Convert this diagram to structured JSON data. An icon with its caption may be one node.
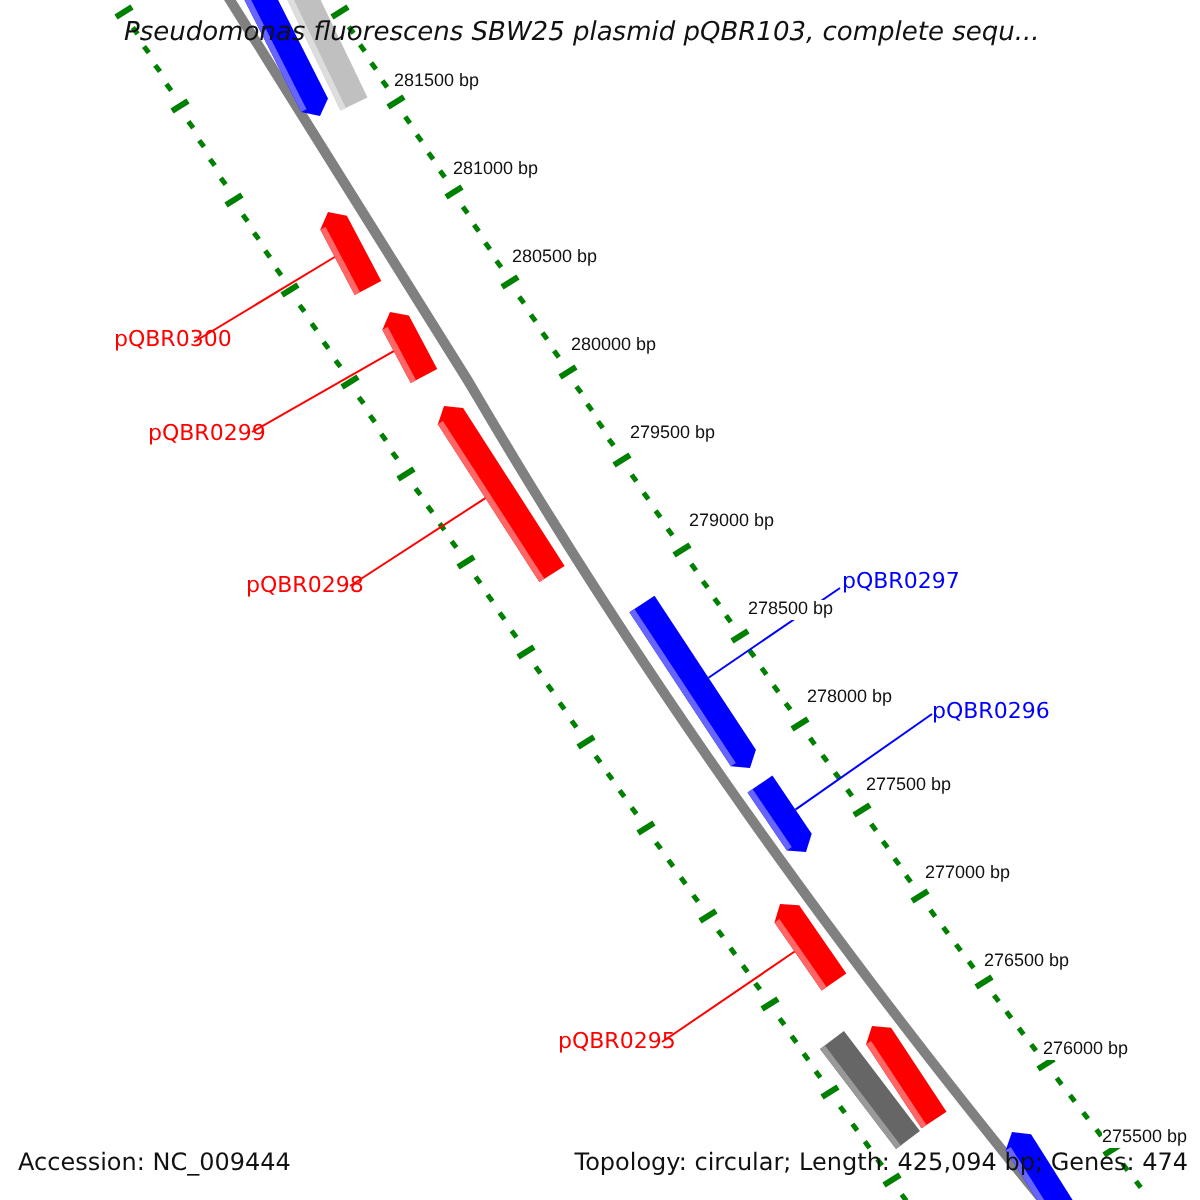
{
  "diagram": {
    "title": "Pseudomonas fluorescens SBW25 plasmid pQBR103, complete sequ...",
    "nodes": [
      {
        "text": [],
        "shape": "bar"
      },
      {
        "text": [],
        "shape": "bar"
      },
      {
        "text": [],
        "shape": "bar"
      },
      {
        "text": [],
        "shape": "bar"
      },
      {
        "text": [],
        "shape": "bar"
      },
      {
        "text": [],
        "shape": "bar"
      },
      {
        "text": [],
        "shape": "bar"
      },
      {
        "text": [],
        "shape": "bar"
      },
      {
        "text": [],
        "shape": "bar"
      },
      {
        "text": [],
        "shape": "bar"
      },
      {
        "text": [],
        "shape": "bar"
      },
      {
        "text": [
          "pQBR0300"
        ]
      },
      {
        "text": [
          "pQBR0299"
        ]
      },
      {
        "text": [
          "pQBR0298"
        ]
      },
      {
        "text": [
          "pQBR0297"
        ]
      },
      {
        "text": [
          "pQBR0296"
        ]
      },
      {
        "text": [
          "pQBR0295"
        ]
      }
    ],
    "edges": [
      {
        "from": 11,
        "to": 2,
        "arrow": "none"
      },
      {
        "from": 12,
        "to": 3,
        "arrow": "none"
      },
      {
        "from": 13,
        "to": 4,
        "arrow": "none"
      },
      {
        "from": 14,
        "to": 5,
        "arrow": "none",
        "color": "#0000ff"
      },
      {
        "from": 15,
        "to": 6,
        "arrow": "none",
        "color": "#0000ff"
      },
      {
        "from": 16,
        "to": 7,
        "arrow": "none"
      }
    ],
    "labels": [
      "281500 bp",
      "281000 bp",
      "280500 bp",
      "280000 bp",
      "279500 bp",
      "279000 bp",
      "278500 bp",
      "278000 bp",
      "277500 bp",
      "277000 bp",
      "276500 bp",
      "276000 bp",
      "275500 bp",
      "Accession: NC_009444",
      "Topology: circular; Length: 425,094 bp; Genes: 474"
    ]
  }
}
